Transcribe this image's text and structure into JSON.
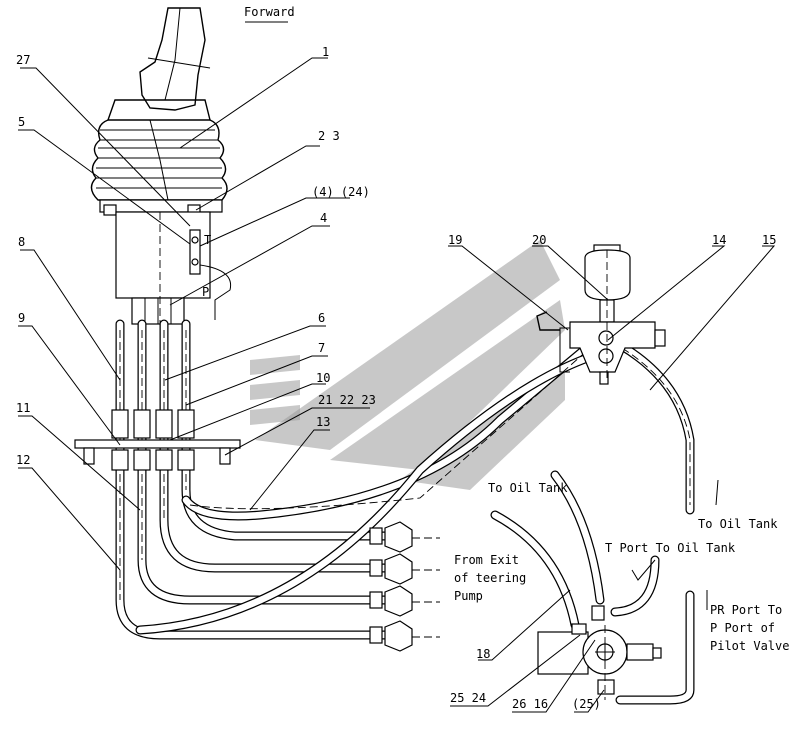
{
  "labels": {
    "forward": "Forward",
    "to_oil_tank_1": "To Oil Tank",
    "to_oil_tank_2": "To Oil Tank",
    "t_port": "T Port To Oil Tank",
    "from_exit_1": "From Exit",
    "from_exit_2": "of teering",
    "from_exit_3": "Pump",
    "pr_port_1": "PR Port To",
    "pr_port_2": "P Port of",
    "pr_port_3": "Pilot Valve",
    "t_letter": "T",
    "p_letter": "P"
  },
  "callouts": {
    "c1": "1",
    "c2_3": "2  3",
    "c4": "4",
    "c4_24": "(4)  (24)",
    "c5": "5",
    "c6": "6",
    "c7": "7",
    "c8": "8",
    "c9": "9",
    "c10": "10",
    "c11": "11",
    "c12": "12",
    "c13": "13",
    "c14": "14",
    "c15": "15",
    "c16": "26  16",
    "c18": "18",
    "c19": "19",
    "c20": "20",
    "c21_23": "21  22  23",
    "c24_25": "25  24",
    "c25p": "(25)",
    "c27": "27"
  }
}
